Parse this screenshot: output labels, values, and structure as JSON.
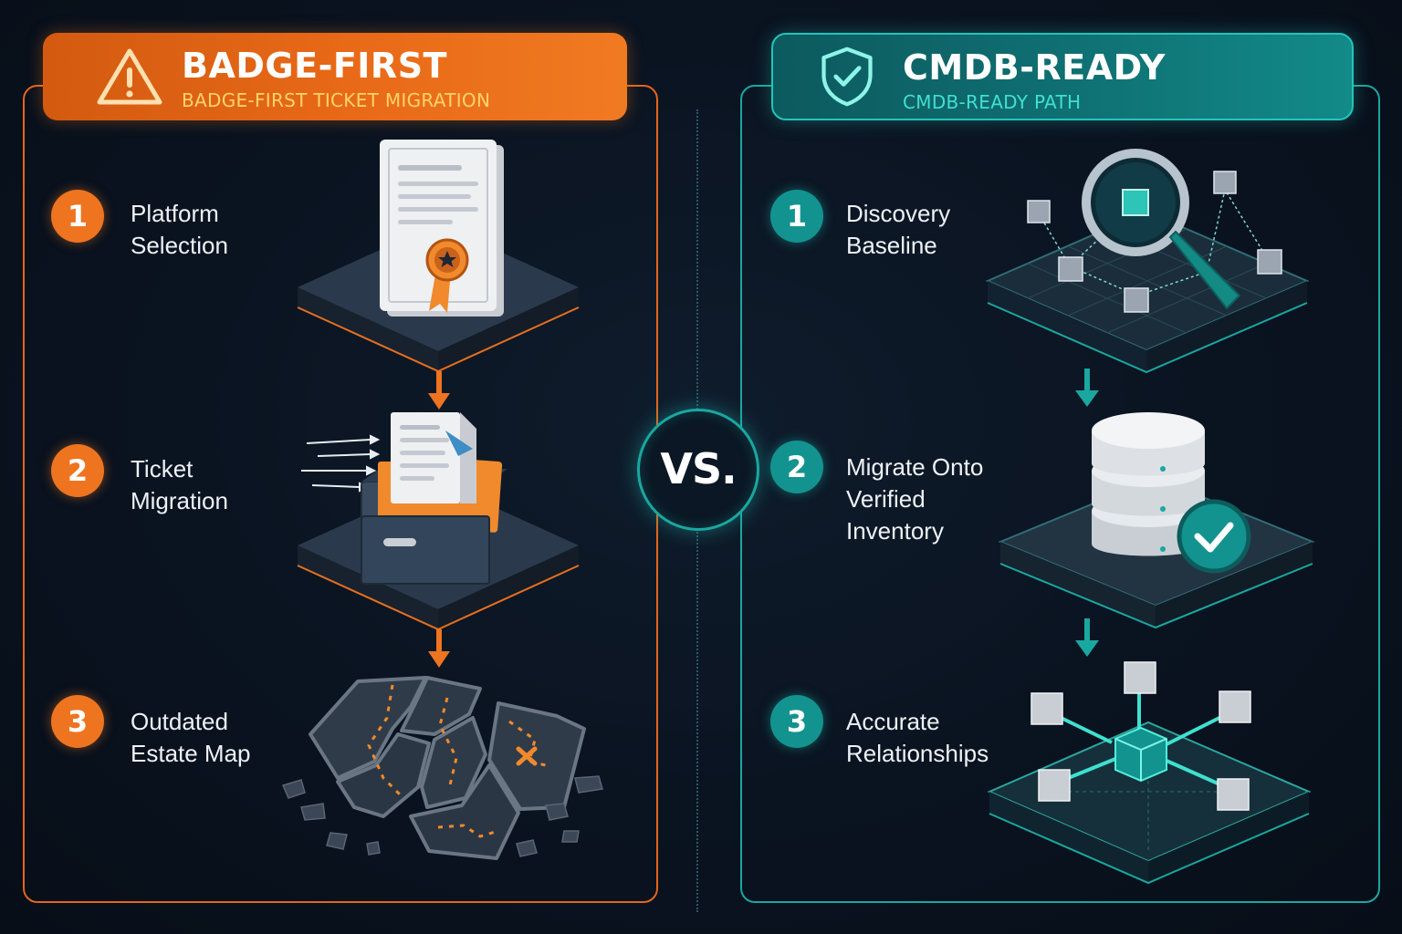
{
  "left": {
    "title": "BADGE-FIRST",
    "subtitle": "BADGE-FIRST TICKET MIGRATION",
    "icon": "warning-triangle-icon",
    "accent": "#ee7420",
    "steps": [
      {
        "number": "1",
        "label": "Platform\nSelection",
        "icon": "certificate-badge-icon"
      },
      {
        "number": "2",
        "label": "Ticket\nMigration",
        "icon": "file-drawer-icon"
      },
      {
        "number": "3",
        "label": "Outdated\nEstate Map",
        "icon": "broken-map-icon"
      }
    ]
  },
  "right": {
    "title": "CMDB-READY",
    "subtitle": "CMDB-READY PATH",
    "icon": "shield-check-icon",
    "accent": "#1aa7a0",
    "steps": [
      {
        "number": "1",
        "label": "Discovery\nBaseline",
        "icon": "magnifier-network-icon"
      },
      {
        "number": "2",
        "label": "Migrate Onto\nVerified\nInventory",
        "icon": "database-check-icon"
      },
      {
        "number": "3",
        "label": "Accurate\nRelationships",
        "icon": "node-network-icon"
      }
    ]
  },
  "vs_label": "VS."
}
